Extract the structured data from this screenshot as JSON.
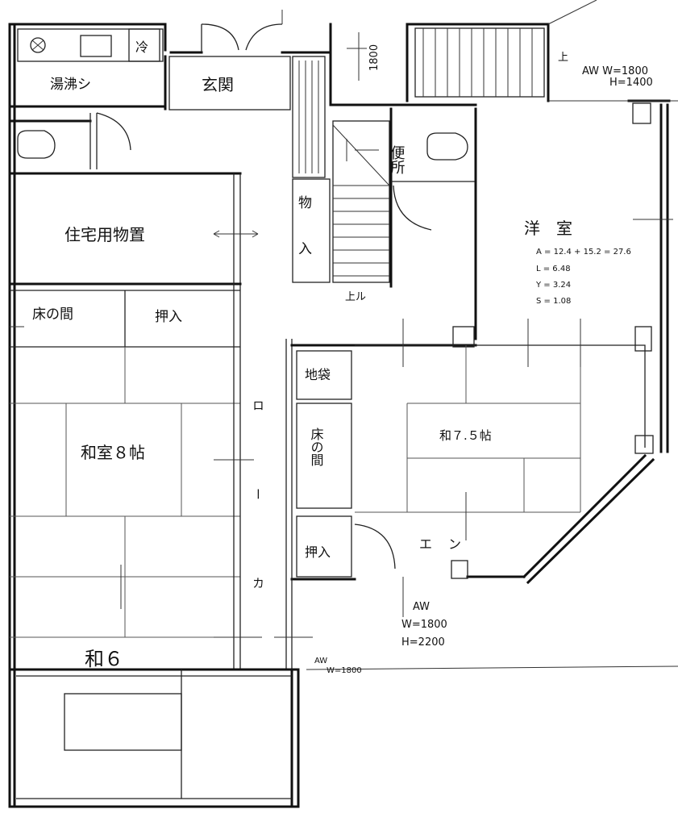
{
  "rooms": {
    "bath": "湯沸シ",
    "fridge": "冷",
    "entrance": "玄関",
    "toilet": "便所",
    "storage_main": "住宅用物置",
    "storage_small": "物入",
    "western_room": "洋　室",
    "tokonoma_left": "床の間",
    "closet_left": "押入",
    "washitsu_8": "和室８帖",
    "washitsu_6": "和６",
    "jibukuro": "地袋",
    "tokonoma_right": "床の間",
    "washitsu_75": "和７.５帖",
    "closet_right": "押入",
    "engawa": "エン",
    "rouka": "ロ　ー　カ"
  },
  "annotations": {
    "stair_up_label": "上",
    "stair_up_label_2": "上ル",
    "stair_dim": "1800",
    "window_top_right": "AW W=1800",
    "window_top_right_h": "H=1400",
    "calc_a": "A = 12.4 + 15.2 = 27.6",
    "calc_l": "L = 6.48",
    "calc_y": "Y = 3.24",
    "calc_s": "S = 1.08",
    "window_bottom": "AW",
    "window_bottom_w": "W=1800",
    "window_bottom_h": "H=2200",
    "window_bottom_left": "AW",
    "window_bottom_left_w": "W=1800"
  }
}
